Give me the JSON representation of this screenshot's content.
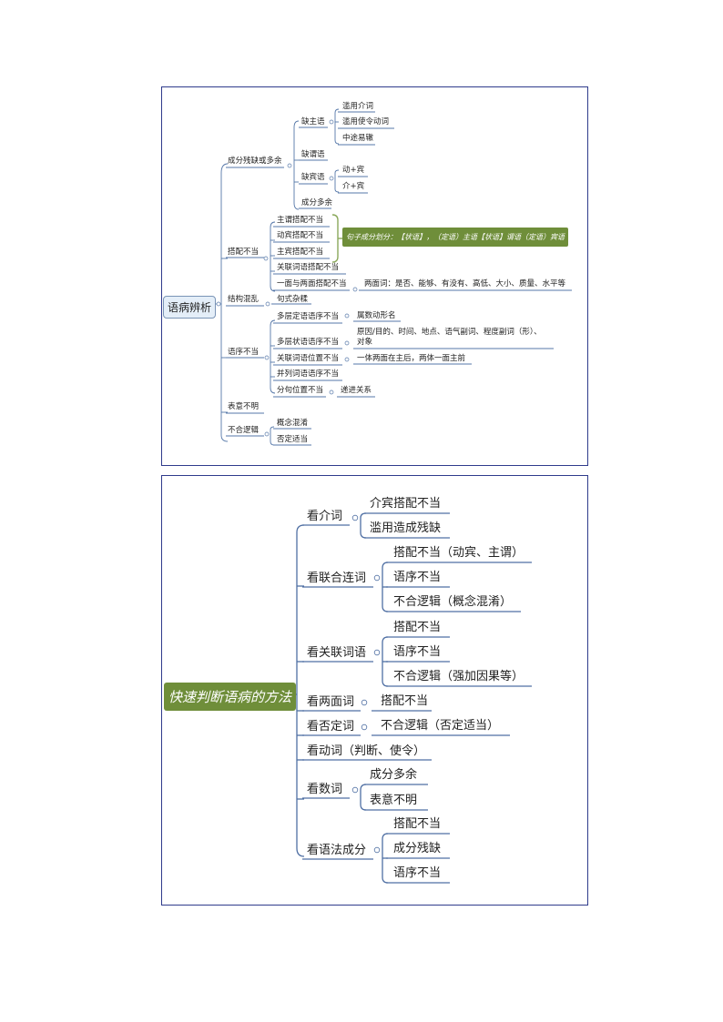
{
  "map1": {
    "root": "语病辨析",
    "n1": "成分残缺或多余",
    "n1a": "缺主语",
    "n1a1": "滥用介词",
    "n1a2": "滥用使令动词",
    "n1a3": "中途易辙",
    "n1b": "缺谓语",
    "n1c": "缺宾语",
    "n1c1": "动+宾",
    "n1c2": "介+宾",
    "n1d": "成分多余",
    "n2": "搭配不当",
    "n2a": "主谓搭配不当",
    "n2b": "动宾搭配不当",
    "n2c": "主宾搭配不当",
    "n2note": "句子成分划分：【状语】，（定语）主语【状语】谓语（定语）宾语",
    "n2d": "关联词语搭配不当",
    "n2e": "一面与两面搭配不当",
    "n2e1": "两面词：是否、能够、有没有、高低、大小、质量、水平等",
    "n3": "结构混乱",
    "n3a": "句式杂糅",
    "n4": "语序不当",
    "n4a": "多层定语语序不当",
    "n4a1": "属数动形名",
    "n4b": "多层状语语序不当",
    "n4b1_l1": "原因/目的、时间、地点、语气副词、程度副词（形）、",
    "n4b1_l2": "对象",
    "n4c": "关联词语位置不当",
    "n4c1": "一体两面在主后，两体一面主前",
    "n4d": "并列词语语序不当",
    "n4e": "分句位置不当",
    "n4e1": "递进关系",
    "n5": "表意不明",
    "n6": "不合逻辑",
    "n6a": "概念混淆",
    "n6b": "否定适当"
  },
  "map2": {
    "root": "快速判断语病的方法",
    "b1": "看介词",
    "b1a": "介宾搭配不当",
    "b1b": "滥用造成残缺",
    "b2": "看联合连词",
    "b2a": "搭配不当（动宾、主谓）",
    "b2b": "语序不当",
    "b2c": "不合逻辑（概念混淆）",
    "b3": "看关联词语",
    "b3a": "搭配不当",
    "b3b": "语序不当",
    "b3c": "不合逻辑（强加因果等）",
    "b4": "看两面词",
    "b4a": "搭配不当",
    "b5": "看否定词",
    "b5a": "不合逻辑（否定适当）",
    "b6": "看动词（判断、使令）",
    "b7": "看数词",
    "b7a": "成分多余",
    "b7b": "表意不明",
    "b8": "看语法成分",
    "b8a": "搭配不当",
    "b8b": "成分残缺",
    "b8c": "语序不当"
  }
}
